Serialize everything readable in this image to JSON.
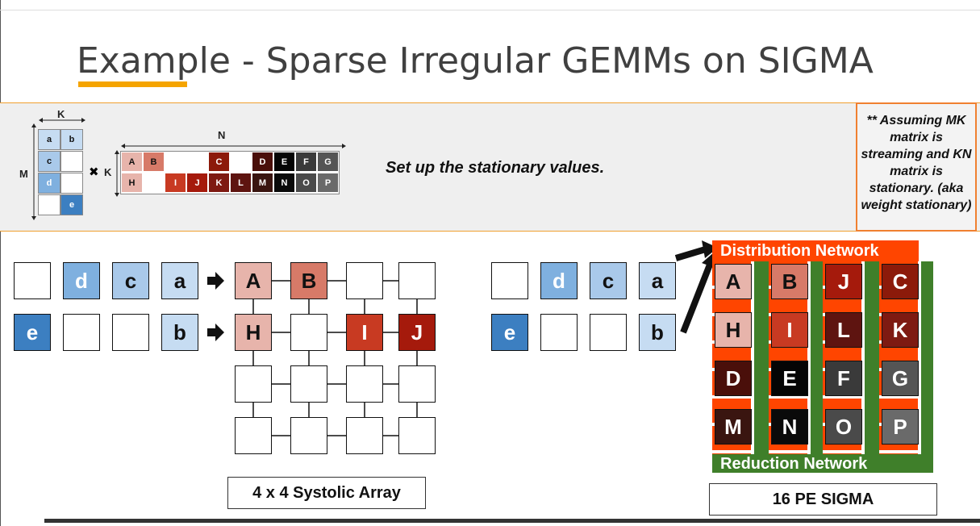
{
  "title": "Example - Sparse Irregular GEMMs on SIGMA",
  "note": "** Assuming MK matrix is streaming and KN matrix is stationary. (aka weight stationary)",
  "setup_text": "Set up the stationary values.",
  "mk_matrix": {
    "k_label": "K",
    "m_label": "M",
    "times": "✖",
    "k2_label": "K",
    "cells": [
      [
        "a",
        "b"
      ],
      [
        "c",
        ""
      ],
      [
        "d",
        ""
      ],
      [
        "",
        "e"
      ]
    ]
  },
  "kn_matrix": {
    "n_label": "N",
    "rows": [
      [
        "A",
        "B",
        "",
        "",
        "C",
        "",
        "D",
        "E",
        "F",
        "G"
      ],
      [
        "H",
        "",
        "I",
        "J",
        "K",
        "L",
        "M",
        "N",
        "O",
        "P"
      ]
    ]
  },
  "systolic": {
    "stream_row1": [
      "",
      "d",
      "c",
      "a"
    ],
    "stream_row2": [
      "e",
      "",
      "",
      "b"
    ],
    "grid": [
      [
        "A",
        "B",
        "",
        ""
      ],
      [
        "H",
        "",
        "I",
        "J"
      ],
      [
        "",
        "",
        "",
        ""
      ],
      [
        "",
        "",
        "",
        ""
      ]
    ],
    "caption": "4 x 4 Systolic Array"
  },
  "sigma": {
    "stream_row1": [
      "",
      "d",
      "c",
      "a"
    ],
    "stream_row2": [
      "e",
      "",
      "",
      "b"
    ],
    "columns": [
      [
        "A",
        "H",
        "D",
        "M"
      ],
      [
        "B",
        "I",
        "E",
        "N"
      ],
      [
        "J",
        "L",
        "F",
        "O"
      ],
      [
        "C",
        "K",
        "G",
        "P"
      ]
    ],
    "distribution_label": "Distribution Network",
    "reduction_label": "Reduction Network",
    "caption": "16 PE SIGMA"
  },
  "colors": {
    "accent": "#f5a400",
    "distribution": "#ff4500",
    "reduction": "#3f7f2a",
    "lightblue": "#c6dcf2",
    "midblue": "#7fb0df",
    "darkblue": "#3c7fc1"
  }
}
